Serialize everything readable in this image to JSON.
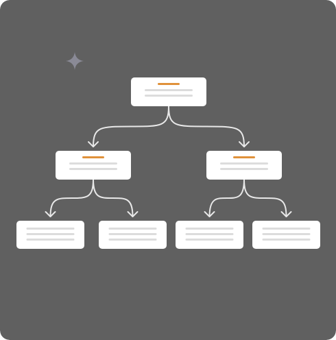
{
  "colors": {
    "panel_background": "#606060",
    "card": "#ffffff",
    "heading_bar": "#e0913a",
    "text_line": "#dcdcdc",
    "connector": "#e8e8e8",
    "sparkle": "#8a8a96"
  },
  "decorations": {
    "sparkle_icon": "four-point-star-icon"
  },
  "tree": {
    "root": {
      "id": "root",
      "has_heading": true,
      "text_lines": 2,
      "children": [
        {
          "id": "left-branch",
          "has_heading": true,
          "text_lines": 2,
          "children": [
            {
              "id": "leaf-1",
              "has_heading": false,
              "text_lines": 3,
              "children": []
            },
            {
              "id": "leaf-2",
              "has_heading": false,
              "text_lines": 3,
              "children": []
            }
          ]
        },
        {
          "id": "right-branch",
          "has_heading": true,
          "text_lines": 2,
          "children": [
            {
              "id": "leaf-3",
              "has_heading": false,
              "text_lines": 3,
              "children": []
            },
            {
              "id": "leaf-4",
              "has_heading": false,
              "text_lines": 3,
              "children": []
            }
          ]
        }
      ]
    }
  }
}
